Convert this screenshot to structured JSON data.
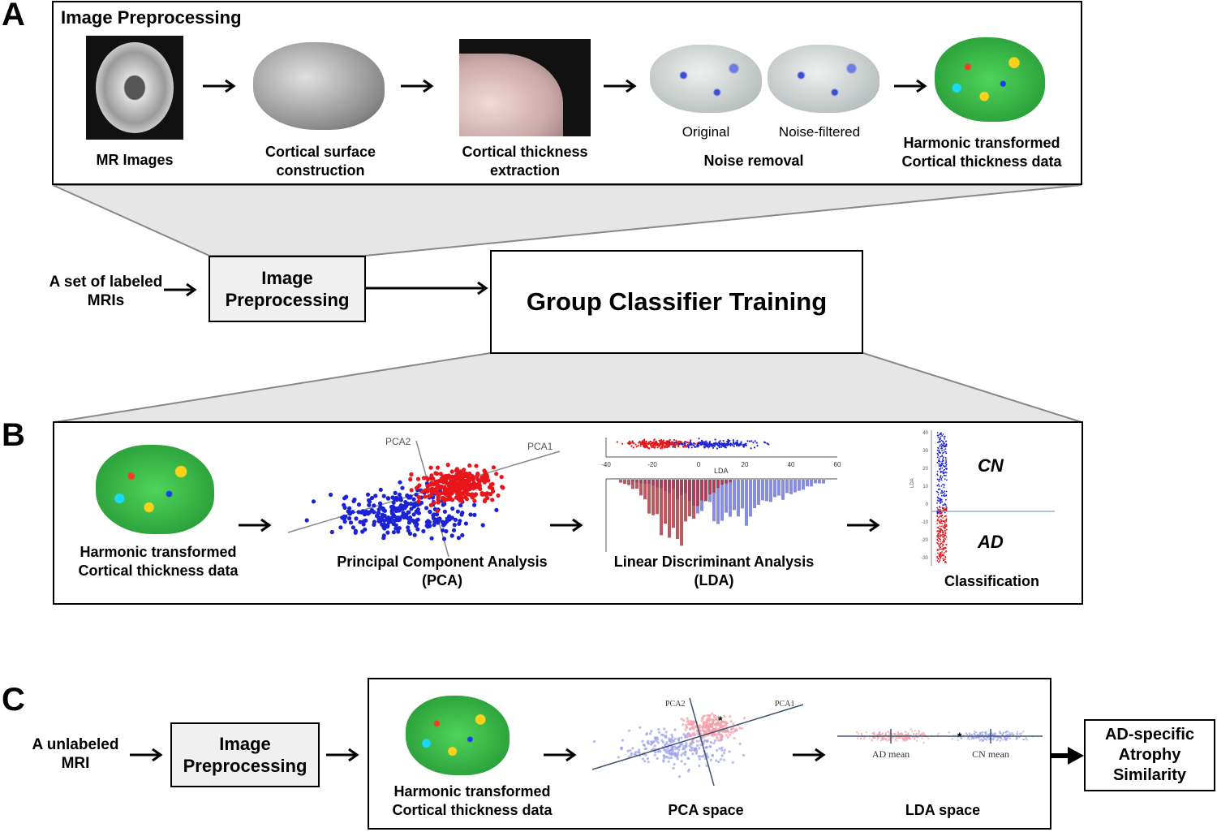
{
  "panelA": {
    "letter": "A",
    "title": "Image Preprocessing",
    "steps": [
      {
        "label": "MR Images"
      },
      {
        "label": "Cortical surface construction"
      },
      {
        "label": "Cortical thickness extraction"
      },
      {
        "label": "Noise removal",
        "sublabels": [
          "Original",
          "Noise-filtered"
        ]
      },
      {
        "label": "Harmonic transformed Cortical thickness data"
      }
    ]
  },
  "flow": {
    "input": "A set of labeled MRIs",
    "preprocess": "Image Preprocessing",
    "training": "Group Classifier Training"
  },
  "panelB": {
    "letter": "B",
    "steps": [
      {
        "label": "Harmonic transformed Cortical thickness data"
      },
      {
        "label": "Principal Component Analysis (PCA)"
      },
      {
        "label": "Linear Discriminant Analysis (LDA)"
      },
      {
        "label": "Classification"
      }
    ],
    "pca_axes": [
      "PCA2",
      "PCA1"
    ],
    "lda_axis": {
      "label": "LDA",
      "ticks": [
        "-40",
        "-20",
        "0",
        "20",
        "40",
        "60"
      ]
    },
    "classes": [
      "CN",
      "AD"
    ],
    "class_axis": {
      "label": "LDA",
      "ticks": [
        "40",
        "30",
        "20",
        "10",
        "0",
        "-10",
        "-20",
        "-30"
      ]
    }
  },
  "panelC": {
    "letter": "C",
    "input": "A unlabeled MRI",
    "preprocess": "Image Preprocessing",
    "steps": [
      {
        "label": "Harmonic transformed Cortical thickness data"
      },
      {
        "label": "PCA space"
      },
      {
        "label": "LDA space"
      }
    ],
    "pca_axes": [
      "PCA2",
      "PCA1"
    ],
    "lda_marks": [
      "AD mean",
      "CN mean"
    ],
    "output": "AD-specific Atrophy Similarity"
  },
  "colors": {
    "ad": "#e8161b",
    "cn": "#1b22d6",
    "ad_hist": "#a8323a",
    "cn_hist": "#6a6fd6",
    "box_fill": "#f0f0f0",
    "zoom": "#e6e6e6"
  }
}
